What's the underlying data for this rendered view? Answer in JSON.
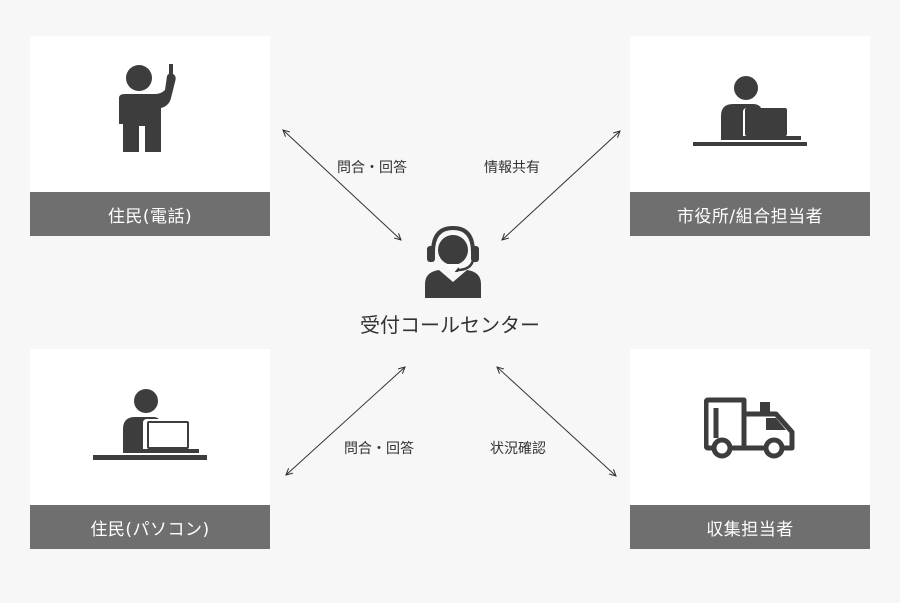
{
  "nodes": {
    "resident_phone": {
      "label": "住民(電話)",
      "icon": "person-phone-icon"
    },
    "city_office": {
      "label": "市役所/組合担当者",
      "icon": "person-laptop-icon"
    },
    "resident_pc": {
      "label": "住民(パソコン)",
      "icon": "person-laptop-icon"
    },
    "collector": {
      "label": "収集担当者",
      "icon": "truck-icon"
    },
    "call_center": {
      "label": "受付コールセンター",
      "icon": "headset-operator-icon"
    }
  },
  "edges": {
    "phone_inquiry": "問合・回答",
    "info_share": "情報共有",
    "pc_inquiry": "問合・回答",
    "status_check": "状況確認"
  },
  "colors": {
    "background": "#f6f7f6",
    "card": "#ffffff",
    "label_bar": "#6f6f6f",
    "icon": "#3d3d3d",
    "arrow": "#333333"
  }
}
